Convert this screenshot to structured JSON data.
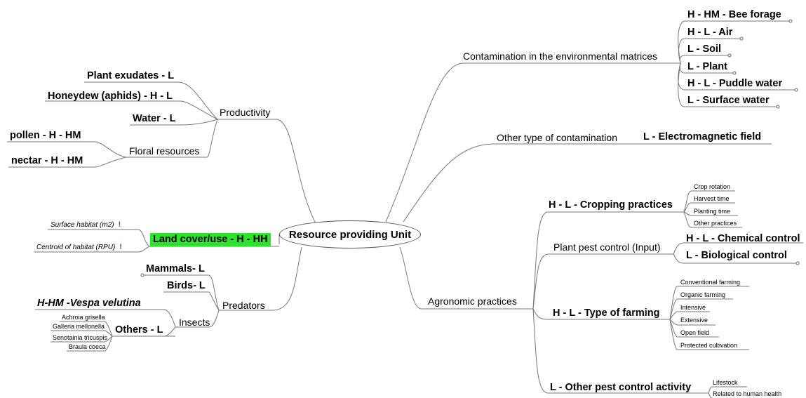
{
  "center": "Resource providing Unit",
  "left": {
    "productivity": {
      "label": "Productivity",
      "items": [
        "Plant exudates - L",
        "Honeydew (aphids) - H - L",
        "Water - L"
      ],
      "floral": {
        "label": "Floral resources",
        "items": [
          "pollen - H - HM",
          "nectar - H - HM"
        ]
      }
    },
    "landcover": {
      "label": "Land cover/use - H - HH",
      "highlight_color": "#2ee32e",
      "items": [
        "Surface habitat (m2)",
        "Centroid of habitat (RPU)"
      ],
      "warning_icon": "exclamation-icon"
    },
    "predators": {
      "label": "Predators",
      "items": [
        "Mammals- L",
        "Birds- L"
      ],
      "insects": {
        "label": "Insects",
        "vespa": "H-HM -Vespa velutina",
        "others": {
          "label": "Others - L",
          "items": [
            "Achroia grisella",
            "Galleria mellonella",
            "Senotainia tricuspis",
            "Braula coeca"
          ]
        }
      }
    }
  },
  "right": {
    "contamination": {
      "label": "Contamination in the environmental matrices",
      "items": [
        "H - HM - Bee forage",
        "H - L - Air",
        "L - Soil",
        "L - Plant",
        "H - L - Puddle water",
        "L - Surface water"
      ]
    },
    "other_contamination": {
      "label": "Other type of contamination",
      "item": "L - Electromagnetic field"
    },
    "agronomic": {
      "label": "Agronomic practices",
      "cropping": {
        "label": "H - L - Cropping practices",
        "items": [
          "Crop rotation",
          "Harvest time",
          "Planting time",
          "Other practices"
        ]
      },
      "pest": {
        "label": "Plant pest control (Input)",
        "items": [
          "H - L - Chemical control",
          "L - Biological control"
        ]
      },
      "farming": {
        "label": "H - L - Type of farming",
        "items": [
          "Conventional farming",
          "Organic farming",
          "Intensive",
          "Extensive",
          "Open field",
          "Protected cultivation"
        ]
      },
      "other_pest": {
        "label": "L - Other pest control activity",
        "items": [
          "Lifestock",
          "Related to human health"
        ]
      }
    }
  }
}
